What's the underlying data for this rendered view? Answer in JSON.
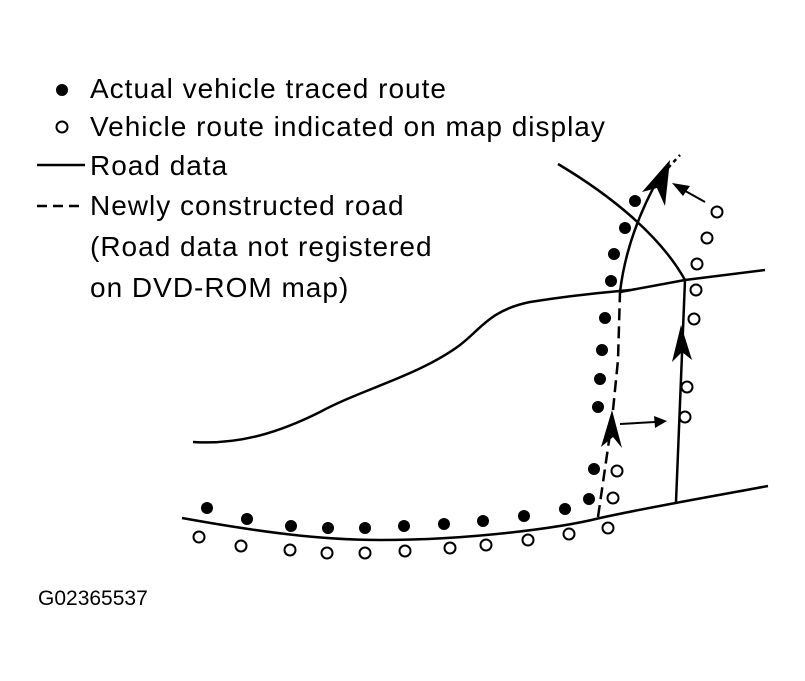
{
  "legend": {
    "items": [
      {
        "symbol": "filled-circle",
        "label": "Actual vehicle traced route"
      },
      {
        "symbol": "open-circle",
        "label": "Vehicle route indicated on map display"
      },
      {
        "symbol": "solid-line",
        "label": "Road data"
      },
      {
        "symbol": "dashed-line",
        "label": "Newly constructed road"
      }
    ],
    "note_lines": [
      "(Road data not registered",
      "on DVD-ROM map)"
    ]
  },
  "figure_id": "G02365537",
  "colors": {
    "ink": "#000000",
    "background": "#ffffff"
  }
}
